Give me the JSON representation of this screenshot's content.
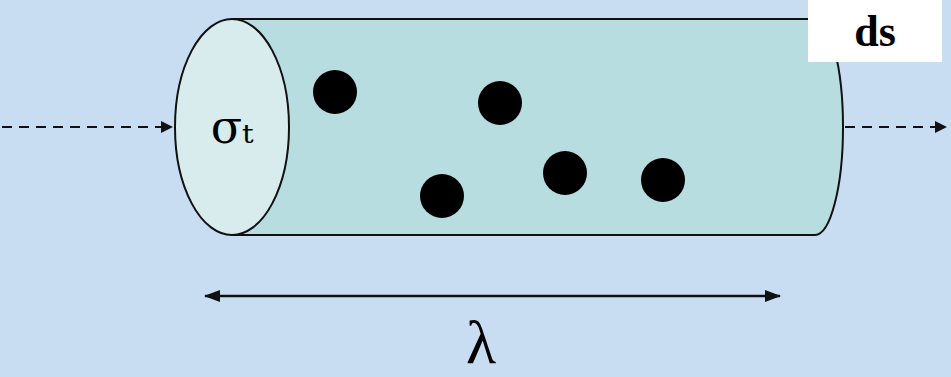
{
  "diagram": {
    "nodes": [
      {
        "text": [
          "σₜ"
        ]
      },
      {
        "text": [
          "ds"
        ]
      }
    ],
    "labels": [
      "λ"
    ]
  }
}
